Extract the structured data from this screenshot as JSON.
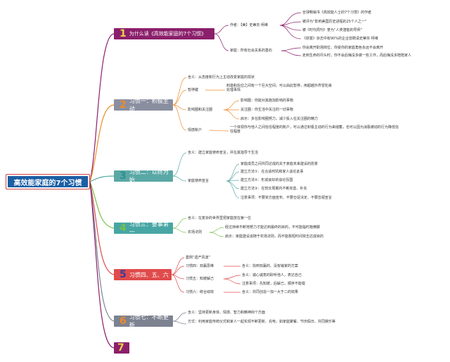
{
  "root": "高效能家庭的7个习惯",
  "branches": [
    {
      "num": "1",
      "label": "为什么读《高效能家庭的7个习惯》",
      "color": "#8b1f6b",
      "numColor": "#e8d24a"
    },
    {
      "num": "2",
      "label": "习惯一：积极主动",
      "color": "#8a8fa0",
      "numColor": "#ef8a2a"
    },
    {
      "num": "3",
      "label": "习惯二：以终为始",
      "color": "#5aa8a6",
      "numColor": "#2f8f8d"
    },
    {
      "num": "4",
      "label": "习惯三：要事第一",
      "color": "#47a6a4",
      "numColor": "#77c04a"
    },
    {
      "num": "5",
      "label": "习惯四、五、六",
      "color": "#e04b4b",
      "numColor": "#3a3a9e"
    },
    {
      "num": "6",
      "label": "习惯七：不断更新",
      "color": "#7d8291",
      "numColor": "#ef8a2a"
    },
    {
      "num": "7",
      "label": "",
      "color": "#8b1f6b",
      "numColor": "#e8d24a"
    }
  ],
  "b1": {
    "author_label": "作者：【美】史蒂芬·柯维",
    "author_items": [
      "全球畅销书《高效能人士的7个习惯》的作者",
      "被评为“影响美国历史进程的25个人之一”",
      "被《时代周刊》誉为“人类潜能的导师”",
      "《财富》杂志中有90%的企业曾聘请史蒂芬·柯维"
    ],
    "family_label": "家庭：所有社会关系的基石",
    "family_items": [
      "你会离开职场岗位，你受你的家庭角色永远不会离开",
      "走到生命的尽头时，你不会后悔没多做一些工作，而后悔没多陪陪家人"
    ]
  },
  "b2": {
    "meaning": "含义：从态度和行为上主动改变家庭的现状",
    "pause_label": "暂停键",
    "pause_text": "刺激和反应之间有一个巨大空间，可以由此暂停，用超越外界冒犯来处理事情",
    "circle_label": "影响圈和关注圈",
    "circle_items": [
      "影响圈：你能对其施加影响的事物",
      "关注圈：你生活中关注的一切事物",
      "启示：多在影响圈努力，减少投入在关注圈的精力"
    ],
    "account_label": "情感账户",
    "account_text": "一个体现你与他人之间信任程度的账户，可以通过积极主动的行为来储蓄，也可以因为消极被动的行为降低信任程度"
  },
  "b3": {
    "meaning": "含义：建立家庭使命宣言，并在其指导下生活",
    "mission_label": "家庭使命宣言",
    "mission_items": [
      "家庭成员之间共同达成的关于家庭未来建设的愿景",
      "建立方法①：在合适时机和家人谈论此事",
      "建立方法②：形成良好的谈论氛围",
      "建立方法③：在较长周期内不断完善、补充",
      "注意事项：不要单方面宣布、不要仓促决定、不要忽视宣言"
    ]
  },
  "b4": {
    "meaning": "含义：在复杂的世界里把家庭放在第一位",
    "farm_label": "农场法则",
    "farm_items": [
      "经过持续不断地努力才能达到最终的目的，不可能临时抱佛脚",
      "启示：家庭建设追随于农场法则，而不能靠短时间突击达成目的"
    ]
  },
  "b5": {
    "case": "案例“遗产风波”",
    "h4_label": "习惯四：双赢思维",
    "h4_text": "含义：找到双赢的、没有输家的方案",
    "h5_label": "习惯五：知彼解己",
    "h5_items": [
      "含义：诚心诚意的聆听他人，表达自己",
      "注意事项：先知彼，后解己，顺序不能错"
    ],
    "h6_label": "习惯六：统合综效",
    "h6_text": "含义：共同创造一加一大于二的效果"
  },
  "b6": {
    "meaning": "含义：坚持更新身体、情感、智力和精神四个方面",
    "method": "方式：利用家庭传统仪式和家人一起实现不断更新、充电，如家庭聚餐、节庆假日、共同娱乐等"
  }
}
